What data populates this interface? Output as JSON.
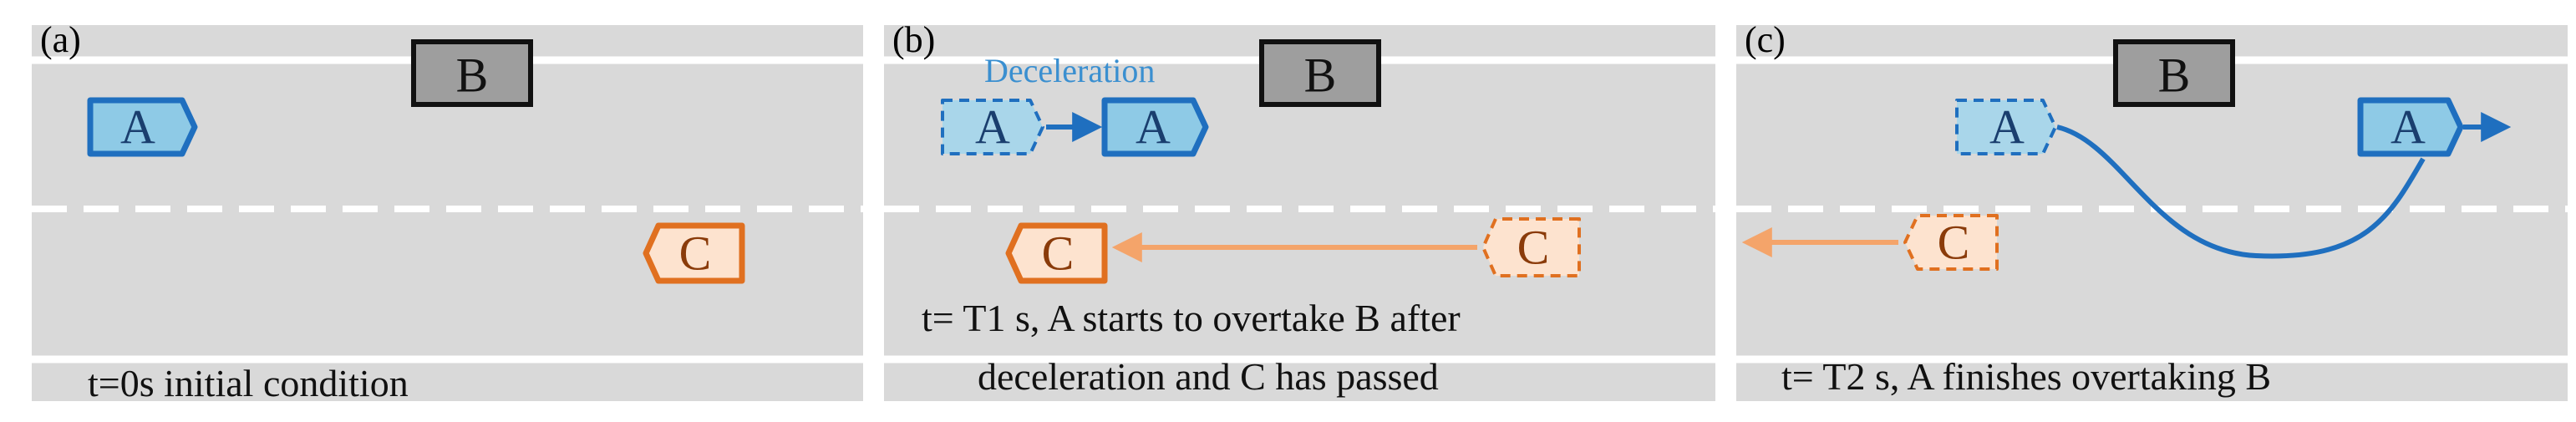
{
  "panels": [
    {
      "id": "a",
      "label": "(a)",
      "caption_lines": [
        "t=0s  initial condition"
      ],
      "vehicles": {
        "A": "A",
        "B": "B",
        "C": "C"
      }
    },
    {
      "id": "b",
      "label": "(b)",
      "annotation": "Deceleration",
      "caption_lines": [
        "t= T1 s, A starts to overtake B  after",
        "deceleration and C has passed"
      ],
      "vehicles": {
        "A_ghost": "A",
        "A": "A",
        "B": "B",
        "C_ghost": "C",
        "C": "C"
      }
    },
    {
      "id": "c",
      "label": "(c)",
      "caption_lines": [
        "t= T2 s,  A finishes overtaking B"
      ],
      "vehicles": {
        "A_ghost": "A",
        "A": "A",
        "B": "B",
        "C_ghost": "C"
      }
    }
  ],
  "colors": {
    "road": "#d9d9d9",
    "lane_line": "#ffffff",
    "car_a_fill": "#8ecae6",
    "car_a_stroke": "#1f6fbf",
    "car_b_fill": "#9e9e9e",
    "car_b_stroke": "#111111",
    "car_c_fill": "#fde3cf",
    "car_c_stroke": "#e07020",
    "arrow_blue": "#1f6fbf",
    "arrow_orange": "#f4a46a"
  }
}
